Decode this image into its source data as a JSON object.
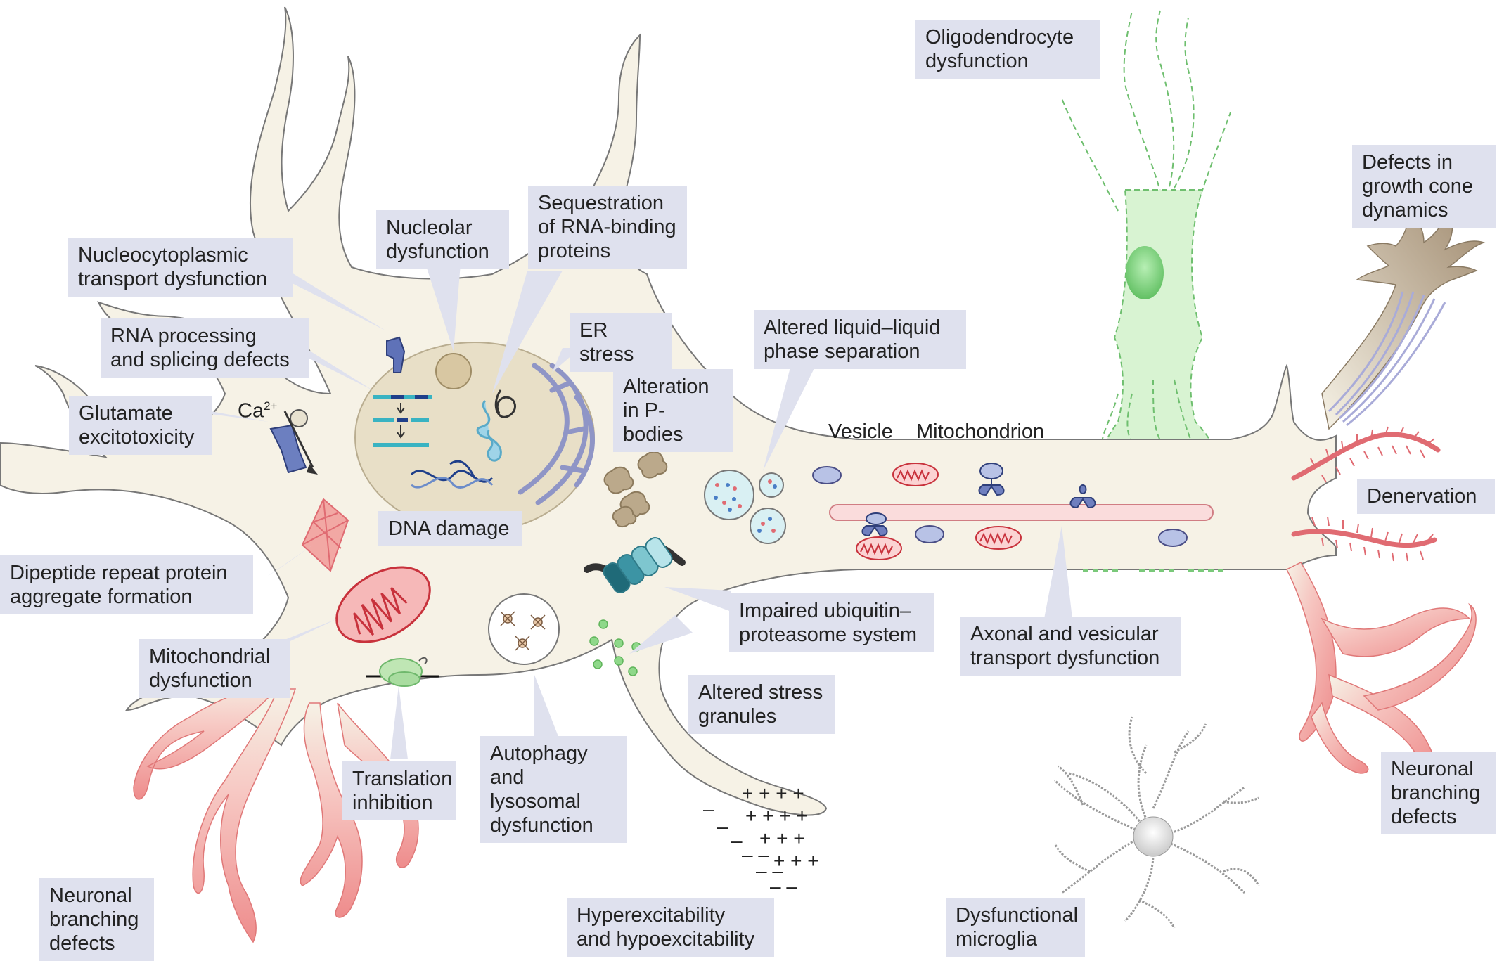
{
  "labels": {
    "oligodendrocyte": "Oligodendrocyte\ndysfunction",
    "growth_cone": "Defects in\ngrowth cone\ndynamics",
    "nucleocytoplasmic": "Nucleocytoplasmic\ntransport dysfunction",
    "nucleolar": "Nucleolar\ndysfunction",
    "sequestration": "Sequestration\nof RNA-binding\nproteins",
    "er_stress": "ER stress",
    "rna_processing": "RNA processing\nand splicing defects",
    "llps": "Altered liquid–liquid\nphase separation",
    "p_bodies": "Alteration\nin P-bodies",
    "glutamate": "Glutamate\nexcitotoxicity",
    "vesicle": "Vesicle",
    "mitochondrion": "Mitochondrion",
    "denervation": "Denervation",
    "dna_damage": "DNA damage",
    "dipeptide": "Dipeptide repeat protein\naggregate formation",
    "ups": "Impaired ubiquitin–\nproteasome system",
    "axonal": "Axonal and vesicular\ntransport dysfunction",
    "mito_dysfunction": "Mitochondrial\ndysfunction",
    "stress_granules": "Altered stress\ngranules",
    "autophagy": "Autophagy\nand lysosomal\ndysfunction",
    "translation": "Translation\ninhibition",
    "branching_right": "Neuronal\nbranching\ndefects",
    "branching_left": "Neuronal\nbranching\ndefects",
    "hyperexcitability": "Hyperexcitability\nand hypoexcitability",
    "microglia": "Dysfunctional\nmicroglia",
    "ca_ion": "Ca",
    "ca_charge": "2+"
  },
  "colors": {
    "cell_fill": "#f6f2e6",
    "nucleus_fill": "#e8dfc7",
    "label_bg": "#dfe1ee",
    "branch_red": "#f29a9a",
    "oligo_green": "#cdf0c7",
    "er_purple": "#8f95c6"
  }
}
